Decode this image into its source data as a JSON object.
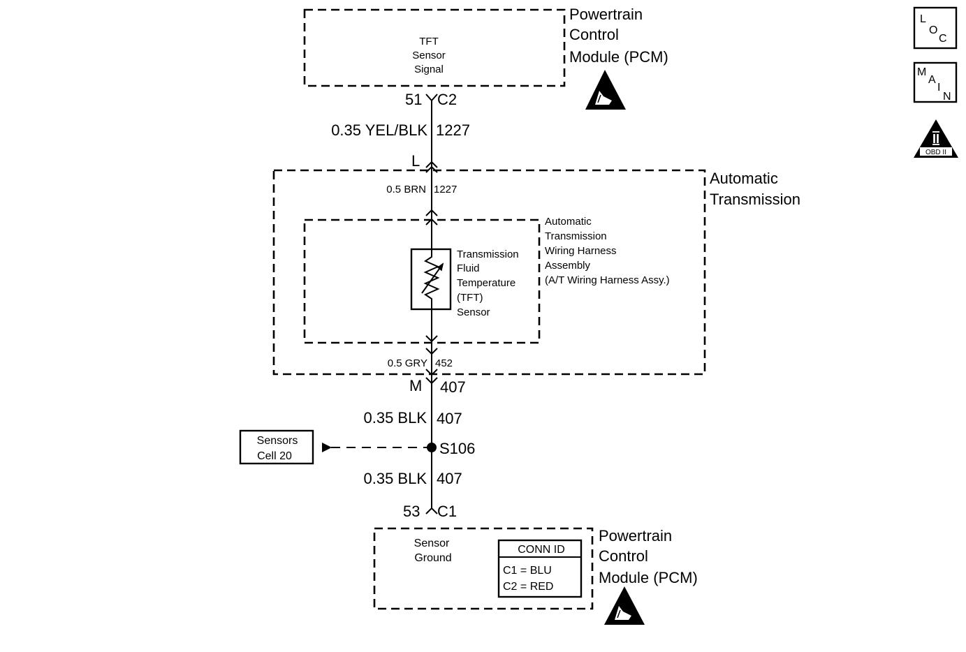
{
  "pcm_top": {
    "label_lines": [
      "Powertrain",
      "Control",
      "Module (PCM)"
    ],
    "inner_lines": [
      "TFT",
      "Sensor",
      "Signal"
    ],
    "pin": "51",
    "connector": "C2",
    "esd_icon": "esd-warning-triangle-icon"
  },
  "wire_top": {
    "size_color": "0.35 YEL/BLK",
    "circuit": "1227"
  },
  "connector_L": "L",
  "automatic_transmission": {
    "label_lines": [
      "Automatic",
      "Transmission"
    ]
  },
  "wire_brn": {
    "size_color": "0.5 BRN",
    "circuit": "1227"
  },
  "harness": {
    "label_lines": [
      "Automatic",
      "Transmission",
      "Wiring Harness",
      "Assembly",
      "(A/T Wiring Harness Assy.)"
    ]
  },
  "tft_sensor": {
    "label_lines": [
      "Transmission",
      "Fluid",
      "Temperature",
      "(TFT)",
      "Sensor"
    ],
    "icon": "variable-resistor-icon"
  },
  "wire_gry": {
    "size_color": "0.5 GRY",
    "circuit": "452"
  },
  "connector_M": {
    "pin": "M",
    "circuit": "407"
  },
  "wire_blk_upper": {
    "size_color": "0.35 BLK",
    "circuit": "407"
  },
  "splice": {
    "id": "S106"
  },
  "sensors_cell": {
    "label_lines": [
      "Sensors",
      "Cell 20"
    ]
  },
  "wire_blk_lower": {
    "size_color": "0.35 BLK",
    "circuit": "407"
  },
  "pcm_bottom": {
    "pin": "53",
    "connector": "C1",
    "inner_lines": [
      "Sensor",
      "Ground"
    ],
    "label_lines": [
      "Powertrain",
      "Control",
      "Module (PCM)"
    ],
    "conn_id": {
      "title": "CONN ID",
      "rows": [
        "C1 = BLU",
        "C2 = RED"
      ]
    },
    "esd_icon": "esd-warning-triangle-icon"
  },
  "side_buttons": {
    "loc": [
      "L",
      "O",
      "C"
    ],
    "main": [
      "M",
      "A",
      "I",
      "N"
    ],
    "obd": {
      "mark": "II",
      "label": "OBD II"
    }
  }
}
